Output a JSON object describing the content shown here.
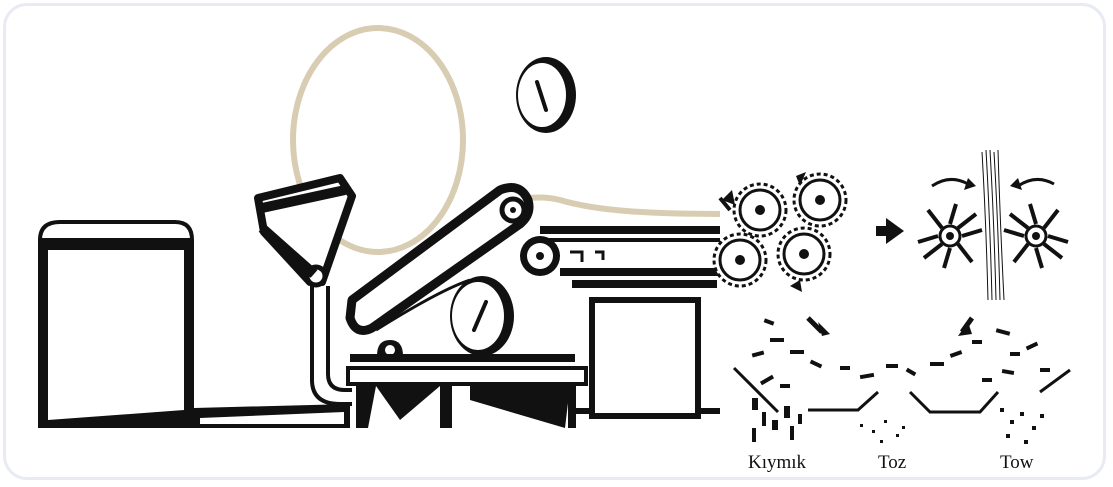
{
  "labels": {
    "kiymik": "Kıymık",
    "toz": "Toz",
    "tow": "Tow"
  },
  "colors": {
    "ink": "#111111",
    "fiber": "#d8cdb2",
    "frame": "#e8ebf4"
  }
}
